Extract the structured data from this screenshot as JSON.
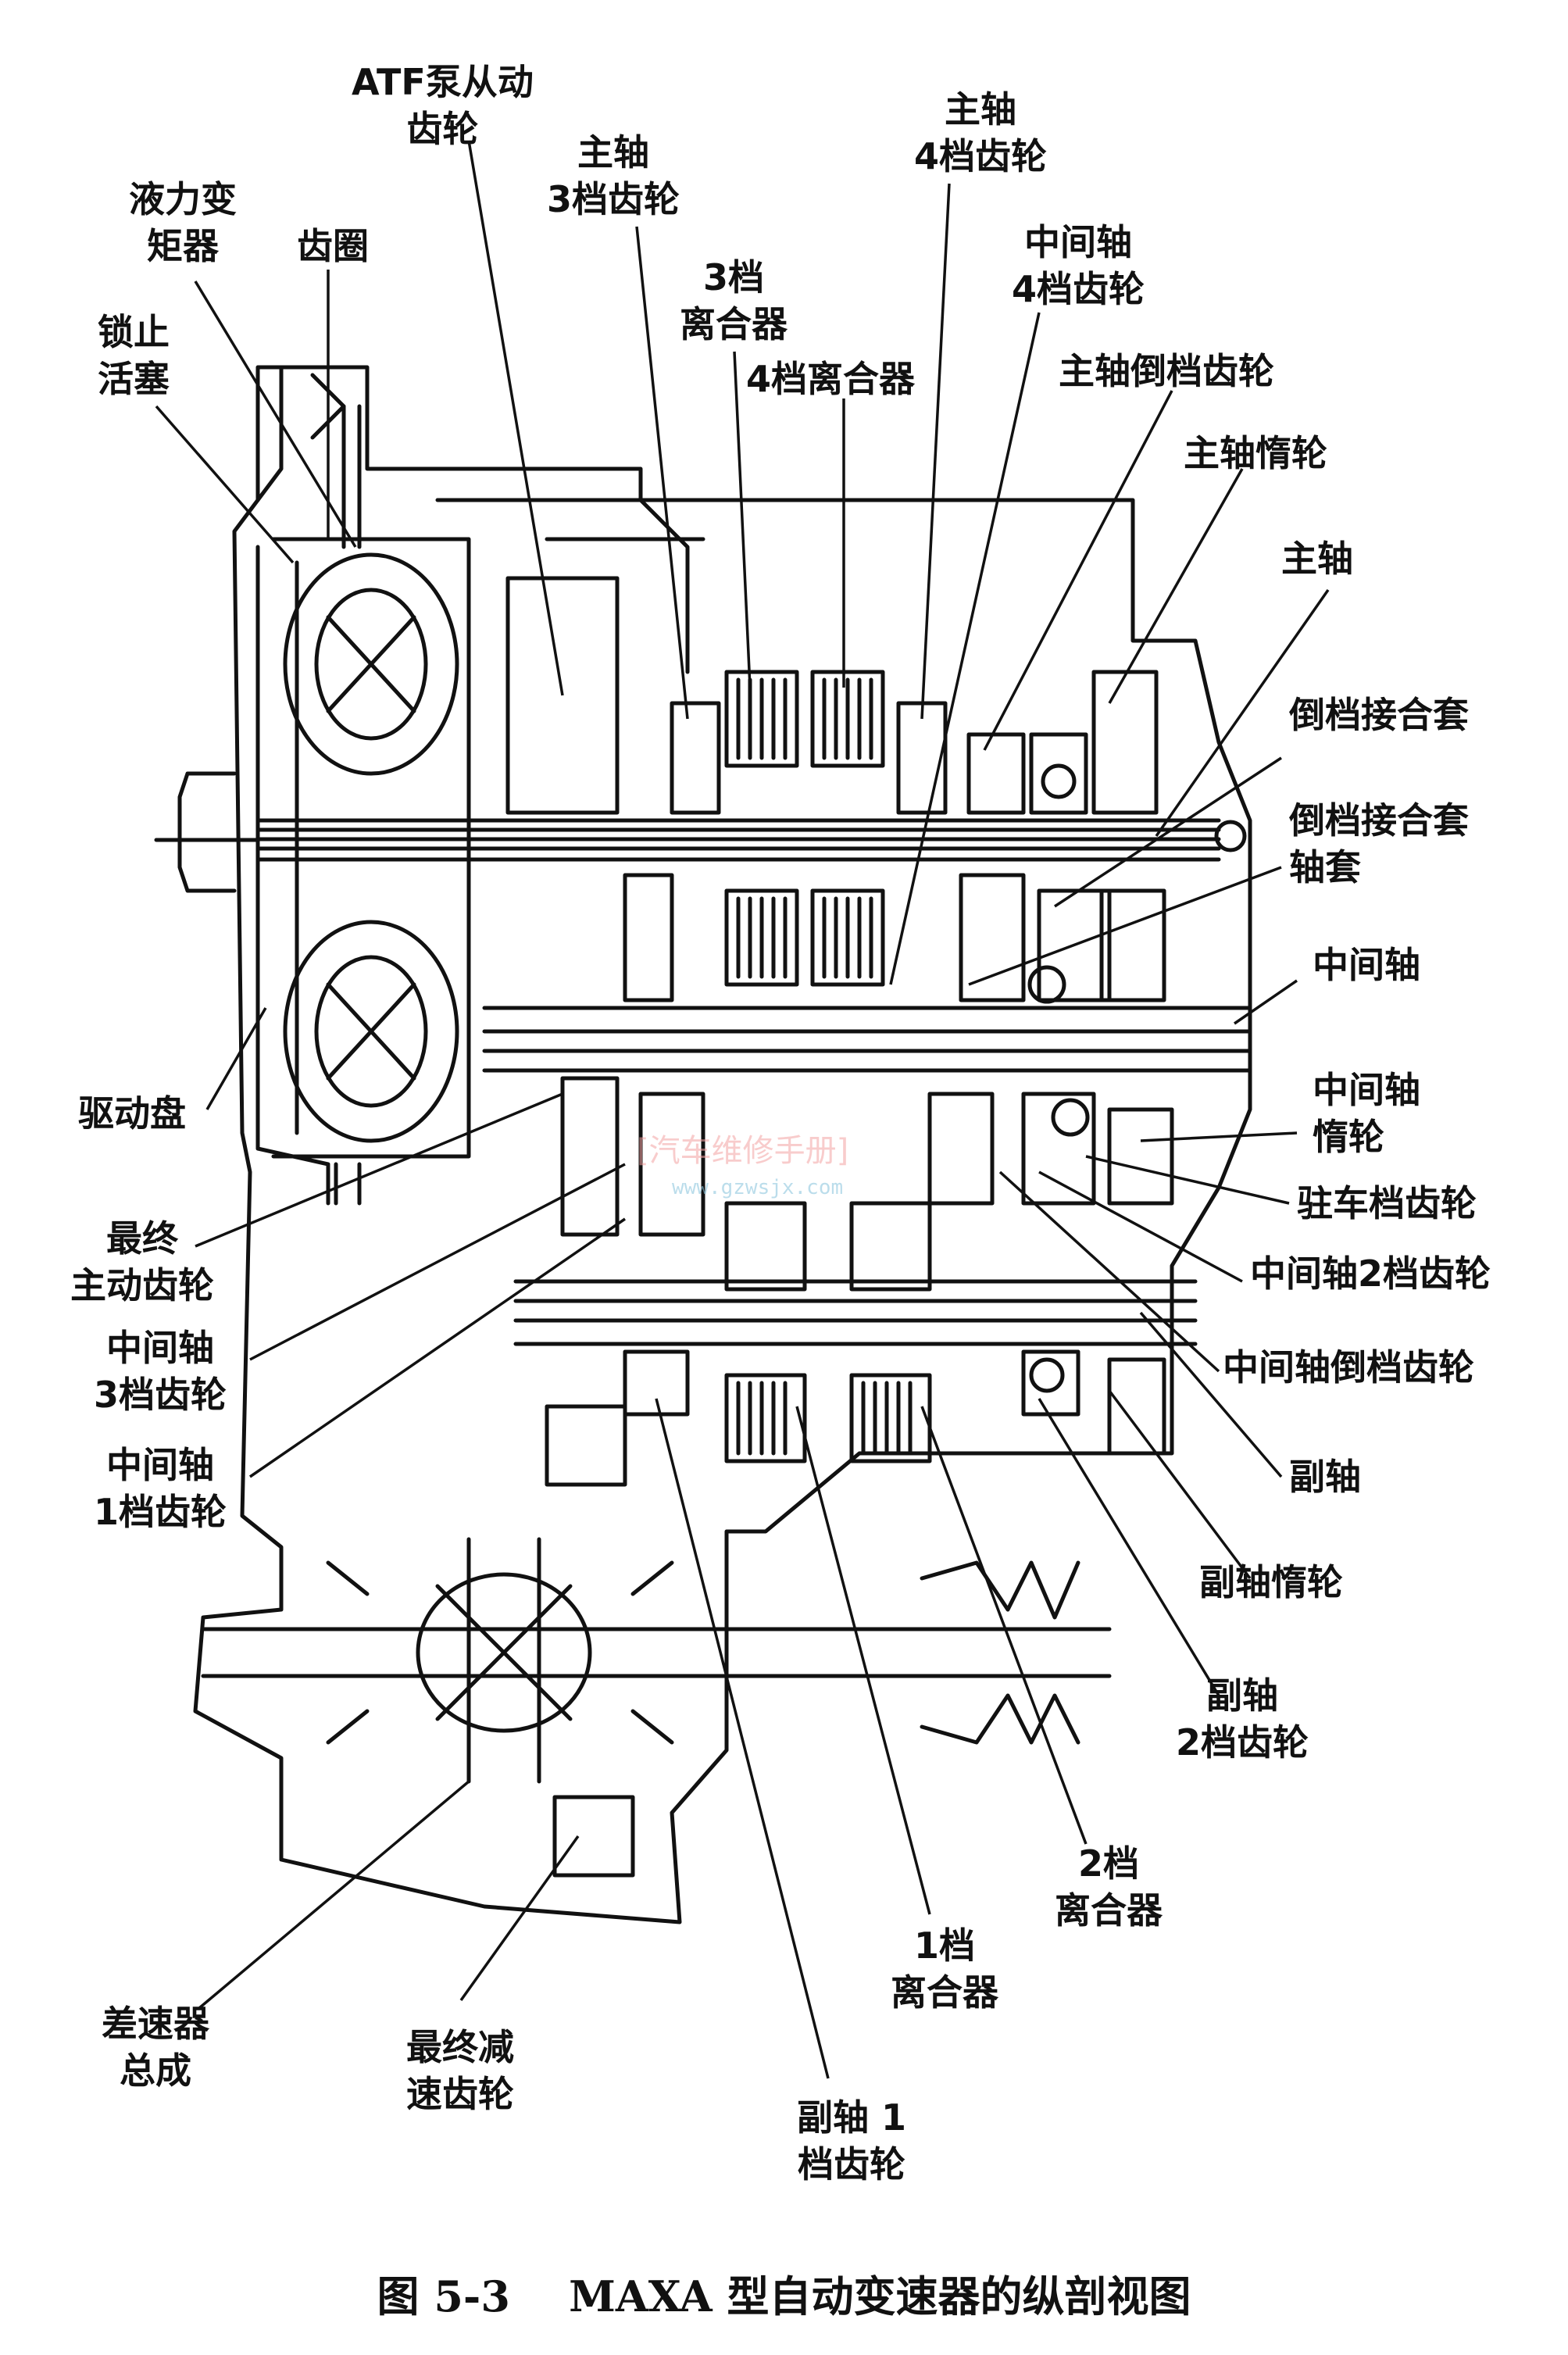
{
  "labels": {
    "atf_pump": "ATF泵从动\n齿轮",
    "torque_converter": "液力变\n矩器",
    "ring_gear": "齿圈",
    "lockup_piston": "锁止\n活塞",
    "main_3rd": "主轴\n3档齿轮",
    "clutch_3rd": "3档\n离合器",
    "clutch_4th": "4档离合器",
    "main_4th": "主轴\n4档齿轮",
    "counter_4th": "中间轴\n4档齿轮",
    "main_reverse": "主轴倒档齿轮",
    "main_idler": "主轴惰轮",
    "mainshaft": "主轴",
    "reverse_sleeve": "倒档接合套",
    "reverse_hub": "倒档接合套\n轴套",
    "countershaft": "中间轴",
    "counter_idler": "中间轴\n惰轮",
    "parking_gear": "驻车档齿轮",
    "counter_2nd": "中间轴2档齿轮",
    "counter_reverse": "中间轴倒档齿轮",
    "secondary_shaft": "副轴",
    "secondary_idler": "副轴惰轮",
    "secondary_2nd": "副轴\n2档齿轮",
    "clutch_2nd": "2档\n离合器",
    "clutch_1st": "1档\n离合器",
    "secondary_1st": "副轴 1\n档齿轮",
    "drive_plate": "驱动盘",
    "final_drive": "最终\n主动齿轮",
    "counter_3rd": "中间轴\n3档齿轮",
    "counter_1st": "中间轴\n1档齿轮",
    "differential": "差速器\n总成",
    "final_driven": "最终减\n速齿轮"
  },
  "caption": "图 5-3    MAXA 型自动变速器的纵剖视图",
  "watermark": "[汽车维修手册]",
  "watermark_url": "www.gzwsjx.com"
}
